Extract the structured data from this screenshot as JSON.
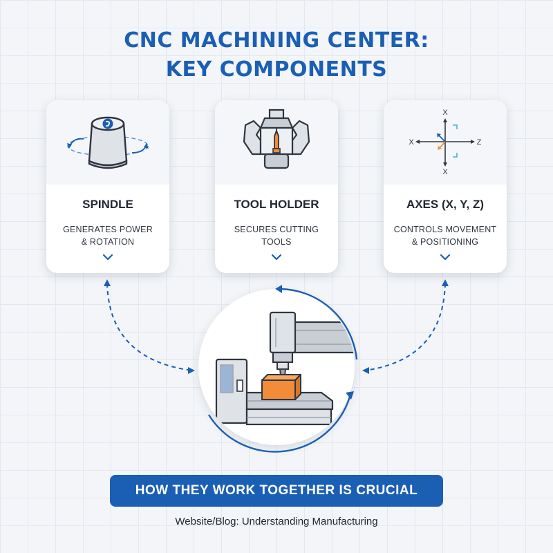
{
  "title": {
    "line1": "CNC MACHINING CENTER:",
    "line2": "KEY COMPONENTS"
  },
  "cards": [
    {
      "title": "SPINDLE",
      "desc_line1": "GENERATES POWER",
      "desc_line2": "& ROTATION",
      "icon": "spindle-icon"
    },
    {
      "title": "TOOL HOLDER",
      "desc_line1": "SECURES CUTTING TOOLS",
      "desc_line2": "",
      "icon": "tool-holder-icon"
    },
    {
      "title": "AXES (X, Y, Z)",
      "desc_line1": "CONTROLS MOVEMENT",
      "desc_line2": "& POSITIONING",
      "icon": "axes-icon"
    }
  ],
  "axes_icon": {
    "top": "X",
    "left": "X",
    "right": "Z",
    "bottom": "X"
  },
  "center_icon": "cnc-machine-icon",
  "banner": "HOW THEY WORK TOGETHER IS CRUCIAL",
  "footer": "Website/Blog: Understanding Manufacturing",
  "colors": {
    "primary_blue": "#1a5fb4",
    "accent_orange": "#f28c38",
    "text_dark": "#222833",
    "background": "#f3f5f8"
  }
}
